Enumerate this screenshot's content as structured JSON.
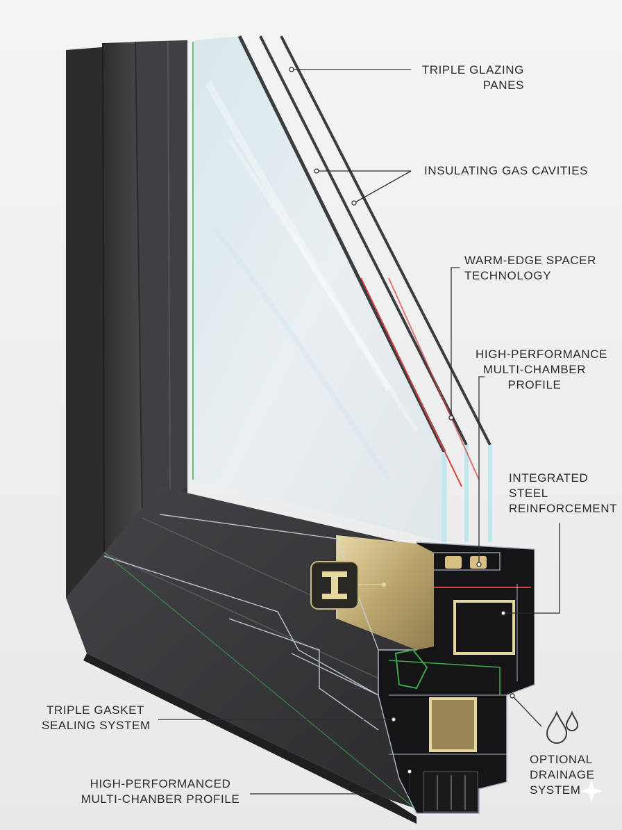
{
  "labels": {
    "triple_glazing": [
      "TRIPLE GLAZING",
      "PANES"
    ],
    "gas_cavities": [
      "INSULATING GAS CAVITIES"
    ],
    "warm_edge": [
      "WARM-EDGE SPACER",
      "TECHNOLOGY"
    ],
    "hp_profile_top": [
      "HIGH-PERFORMANCE",
      "MULTI-CHAMBER",
      "PROFILE"
    ],
    "steel": [
      "INTEGRATED",
      "STEEL",
      "REINFORCEMENT"
    ],
    "gasket": [
      "TRIPLE GASKET",
      "SEALING SYSTEM"
    ],
    "hp_profile_bottom": [
      "HIGH-PERFORMANCED",
      "MULTI-CHANBER PROFILE"
    ],
    "drainage": [
      "OPTIONAL",
      "DRAINAGE",
      "SYSTEM"
    ]
  },
  "icons": {
    "steel_badge": "i-beam-icon",
    "drainage": "water-drops-icon",
    "corner": "sparkle-icon"
  },
  "colors": {
    "background": "#f1f1f1",
    "frame": "#3b3b3d",
    "glass": "#bfe7ee",
    "warm_edge": "#d94040",
    "steel": "#cbb784",
    "gasket": "#3fa84a",
    "leader": "#2e2e2e"
  }
}
